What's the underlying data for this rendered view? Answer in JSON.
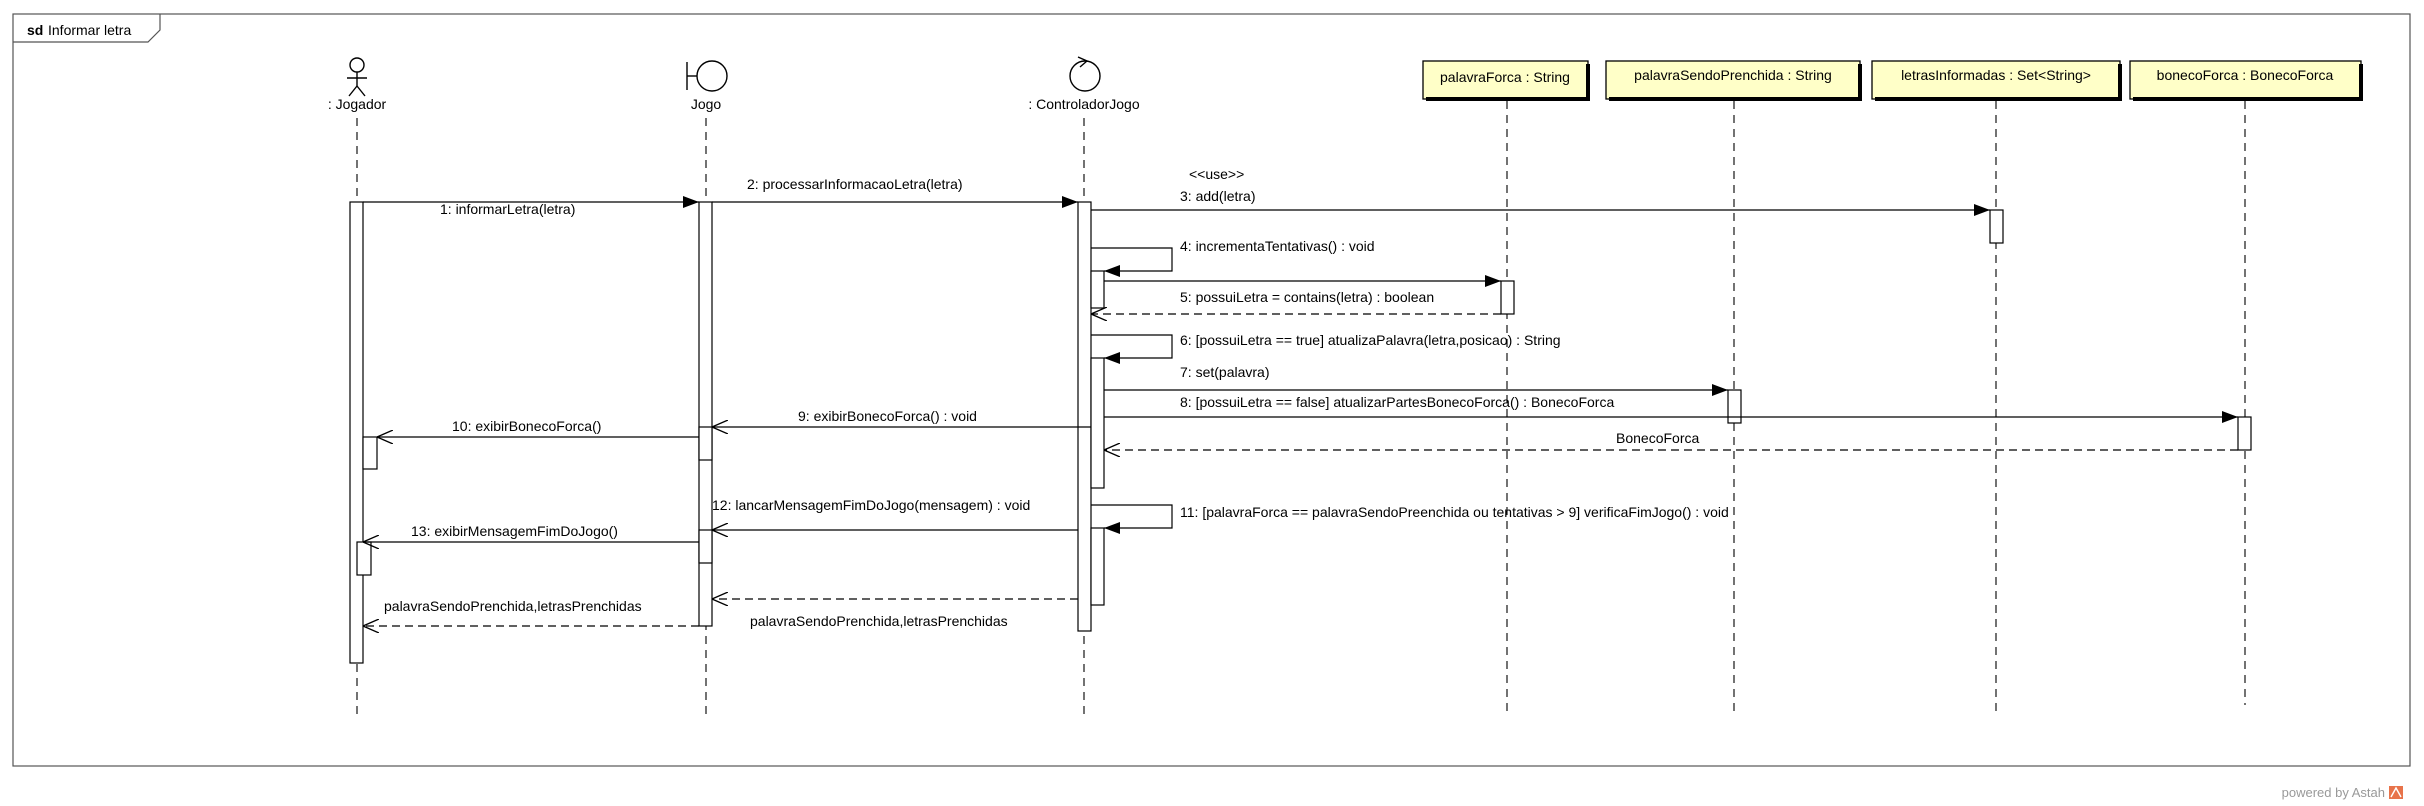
{
  "frame": {
    "keyword": "sd",
    "title": "Informar letra"
  },
  "lifelines": [
    {
      "id": "jogador",
      "label": ": Jogador",
      "kind": "actor-icon"
    },
    {
      "id": "jogo",
      "label": "Jogo",
      "kind": "boundary-icon"
    },
    {
      "id": "controlador",
      "label": ": ControladorJogo",
      "kind": "control-icon"
    },
    {
      "id": "palavraForca",
      "label": "palavraForca : String",
      "kind": "object-box"
    },
    {
      "id": "palavraSendo",
      "label": "palavraSendoPrenchida : String",
      "kind": "object-box"
    },
    {
      "id": "letras",
      "label": "letrasInformadas : Set<String>",
      "kind": "object-box"
    },
    {
      "id": "boneco",
      "label": "bonecoForca : BonecoForca",
      "kind": "object-box"
    }
  ],
  "messages": [
    {
      "text": "1: informarLetra(letra)",
      "type": "sync"
    },
    {
      "text": "2: processarInformacaoLetra(letra)",
      "type": "sync"
    },
    {
      "text": "3: add(letra)",
      "type": "sync",
      "stereotype": "<<use>>"
    },
    {
      "text": "4: incrementaTentativas() : void",
      "type": "self"
    },
    {
      "text": "5: possuiLetra = contains(letra) : boolean",
      "type": "sync"
    },
    {
      "text": "",
      "type": "return"
    },
    {
      "text": "6: [possuiLetra == true] atualizaPalavra(letra,posicao) : String",
      "type": "self"
    },
    {
      "text": "7: set(palavra)",
      "type": "sync"
    },
    {
      "text": "8: [possuiLetra == false] atualizarPartesBonecoForca() : BonecoForca",
      "type": "sync"
    },
    {
      "text": "BonecoForca",
      "type": "return"
    },
    {
      "text": "9: exibirBonecoForca() : void",
      "type": "async"
    },
    {
      "text": "10: exibirBonecoForca()",
      "type": "async"
    },
    {
      "text": "11: [palavraForca == palavraSendoPreenchida ou tentativas > 9] verificaFimJogo() : void",
      "type": "self"
    },
    {
      "text": "12: lancarMensagemFimDoJogo(mensagem) : void",
      "type": "async"
    },
    {
      "text": "13: exibirMensagemFimDoJogo()",
      "type": "async"
    },
    {
      "text": "palavraSendoPrenchida,letrasPrenchidas",
      "type": "return"
    },
    {
      "text": "palavraSendoPrenchida,letrasPrenchidas",
      "type": "return"
    }
  ],
  "watermark": "powered by Astah",
  "colors": {
    "objectFill": "#ffffc8",
    "line": "#000000",
    "frameBorder": "#555555",
    "watermark": "#999999",
    "logo": "#e8734a"
  }
}
